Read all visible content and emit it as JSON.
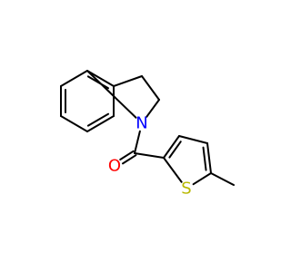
{
  "molecule": {
    "colors": {
      "bond": "#000000",
      "N": "#0000ff",
      "O": "#ff0000",
      "S": "#b8b800"
    },
    "atoms": [
      {
        "id": "a1",
        "element": "C"
      },
      {
        "id": "a2",
        "element": "C"
      },
      {
        "id": "a3",
        "element": "C"
      },
      {
        "id": "a4",
        "element": "C"
      },
      {
        "id": "a5",
        "element": "C"
      },
      {
        "id": "a6",
        "element": "C"
      },
      {
        "id": "a7",
        "element": "C"
      },
      {
        "id": "a8",
        "element": "C"
      },
      {
        "id": "n1",
        "element": "N",
        "label": "N"
      },
      {
        "id": "c1",
        "element": "C"
      },
      {
        "id": "o1",
        "element": "O",
        "label": "O"
      },
      {
        "id": "t2",
        "element": "C"
      },
      {
        "id": "t3",
        "element": "C"
      },
      {
        "id": "t4",
        "element": "C"
      },
      {
        "id": "t5",
        "element": "C"
      },
      {
        "id": "s1",
        "element": "S",
        "label": "S"
      },
      {
        "id": "me",
        "element": "C"
      }
    ],
    "bonds": [
      {
        "from": "a1",
        "to": "a2",
        "order": 2
      },
      {
        "from": "a2",
        "to": "a3",
        "order": 1
      },
      {
        "from": "a3",
        "to": "a4",
        "order": 2
      },
      {
        "from": "a4",
        "to": "a5",
        "order": 1
      },
      {
        "from": "a5",
        "to": "a6",
        "order": 2
      },
      {
        "from": "a6",
        "to": "a1",
        "order": 1
      },
      {
        "from": "a5",
        "to": "a7",
        "order": 1
      },
      {
        "from": "a7",
        "to": "a8",
        "order": 1
      },
      {
        "from": "a8",
        "to": "n1",
        "order": 1
      },
      {
        "from": "n1",
        "to": "a6",
        "order": 1
      },
      {
        "from": "n1",
        "to": "c1",
        "order": 1
      },
      {
        "from": "c1",
        "to": "o1",
        "order": 2
      },
      {
        "from": "c1",
        "to": "t2",
        "order": 1
      },
      {
        "from": "t2",
        "to": "t3",
        "order": 2
      },
      {
        "from": "t3",
        "to": "t4",
        "order": 1
      },
      {
        "from": "t4",
        "to": "t5",
        "order": 2
      },
      {
        "from": "t5",
        "to": "s1",
        "order": 1
      },
      {
        "from": "s1",
        "to": "t2",
        "order": 1
      },
      {
        "from": "t5",
        "to": "me",
        "order": 1
      }
    ]
  }
}
